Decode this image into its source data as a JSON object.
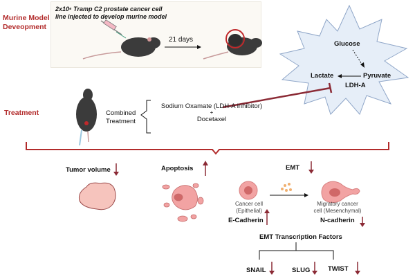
{
  "sections": {
    "murine_model": "Murine Model\nDeveopment",
    "treatment": "Treatment"
  },
  "model_box": {
    "injection_note_line1": "2x10⁶ Tramp C2 prostate cancer cell",
    "injection_note_line2": "line injected to develop murine model",
    "timeline_label": "21 days"
  },
  "metabolism": {
    "glucose": "Glucose",
    "pyruvate": "Pyruvate",
    "lactate": "Lactate",
    "enzyme": "LDH-A"
  },
  "treatment": {
    "combined_line1": "Combined",
    "combined_line2": "Treatment",
    "drug1": "Sodium Oxamate (LDH-A inhibitor)",
    "plus": "+",
    "drug2": "Docetaxel"
  },
  "outcomes": {
    "tumor_volume": {
      "label": "Tumor volume",
      "direction": "down"
    },
    "apoptosis": {
      "label": "Apoptosis",
      "direction": "up"
    },
    "emt": {
      "label": "EMT",
      "direction": "down"
    },
    "cancer_cell_line1": "Cancer cell",
    "cancer_cell_line2": "(Epithelial)",
    "migratory_line1": "Migratory cancer",
    "migratory_line2": "cell (Mesenchymal)",
    "e_cadherin": {
      "label": "E-Cadherin",
      "direction": "up"
    },
    "n_cadherin": {
      "label": "N-cadherin",
      "direction": "down"
    },
    "emt_tf_title": "EMT Transcription Factors",
    "tfs": [
      {
        "label": "SNAIL",
        "direction": "down"
      },
      {
        "label": "SLUG",
        "direction": "down"
      },
      {
        "label": "TWIST",
        "direction": "down"
      }
    ]
  },
  "colors": {
    "accent_red": "#b22b2b",
    "arrow_red": "#8b2a35",
    "cell_pink": "#f0a0a0",
    "starburst_fill": "#e6eef8"
  }
}
